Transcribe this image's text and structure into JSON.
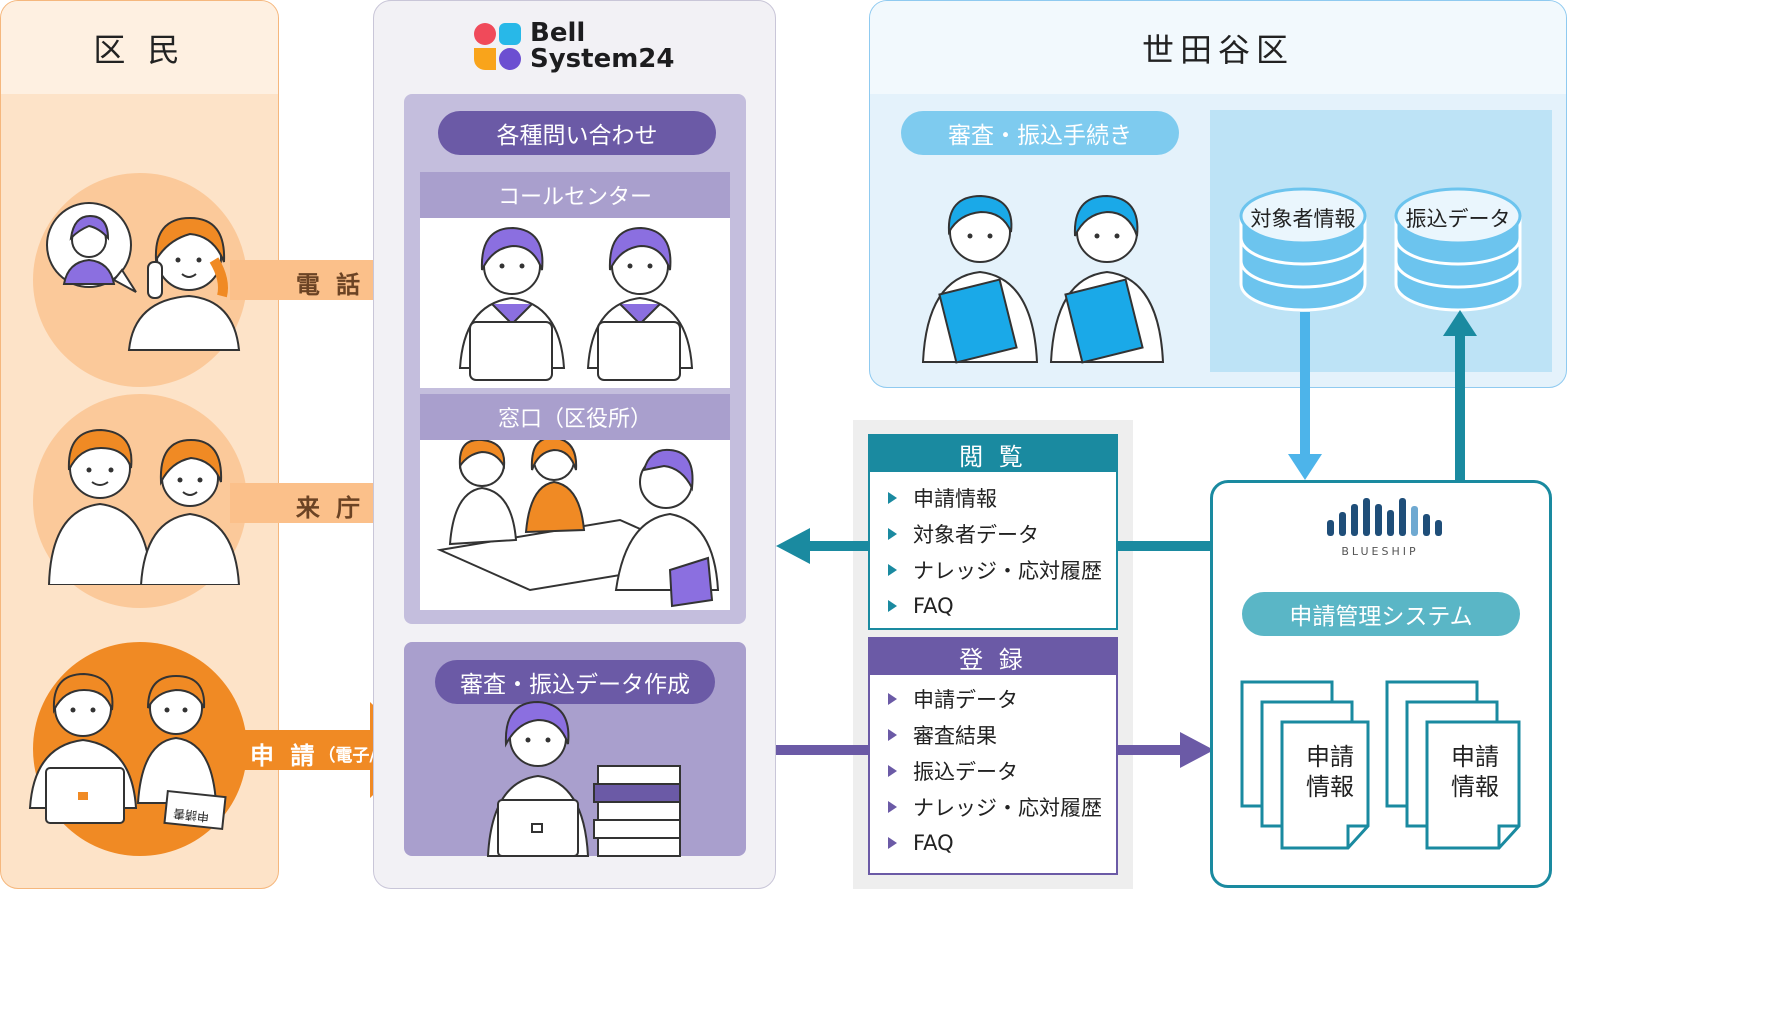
{
  "left": {
    "title": "区 民"
  },
  "flows": {
    "phone": "電 話",
    "visit": "来 庁",
    "apply": "申 請",
    "apply_sub": "（電子/紙）"
  },
  "form_text": "申請書",
  "middle": {
    "logo_line1": "Bell",
    "logo_line2": "System24",
    "inquiry_pill": "各種問い合わせ",
    "call_center": "コールセンター",
    "counter": "窓口（区役所）",
    "review_pill": "審査・振込データ作成"
  },
  "ward": {
    "title": "世田谷区",
    "process_pill": "審査・振込手続き",
    "db_targets": "対象者情報",
    "db_transfer": "振込データ"
  },
  "browse": {
    "header": "閲 覧",
    "items": [
      "申請情報",
      "対象者データ",
      "ナレッジ・応対履歴",
      "FAQ"
    ]
  },
  "register": {
    "header": "登 録",
    "items": [
      "申請データ",
      "審査結果",
      "振込データ",
      "ナレッジ・応対履歴",
      "FAQ"
    ]
  },
  "system": {
    "brand": "BLUESHIP",
    "pill": "申請管理システム",
    "doc_line1": "申請",
    "doc_line2": "情報"
  },
  "colors": {
    "orange": "#f08a24",
    "orange_light": "#fbc08a",
    "purple": "#6b5aa6",
    "purple_light": "#a99fcd",
    "teal": "#1a8aa0",
    "sky": "#6cc4ee"
  }
}
